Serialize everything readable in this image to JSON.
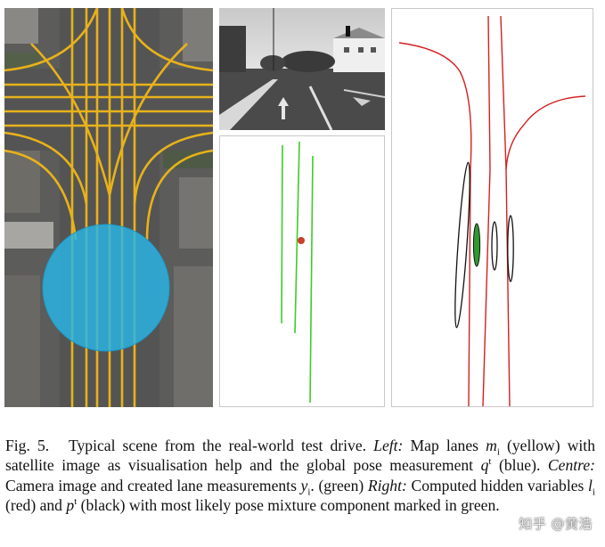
{
  "figure": {
    "label": "Fig. 5.",
    "caption": {
      "s1": "Typical scene from the real-world test drive.",
      "left_head": "Left:",
      "s2": "Map lanes",
      "m_var": "m",
      "m_sub": "i",
      "s3": "(yellow) with satellite image as visualisation help and the global pose measurement",
      "q_var": "q",
      "q_sup": "t",
      "s4": "(blue).",
      "centre_head": "Centre:",
      "s5": "Camera image and created lane measurements",
      "y_var": "y",
      "y_sub": "i",
      "s6": ". (green)",
      "right_head": "Right:",
      "s7": "Computed hidden variables",
      "l_var": "l",
      "l_sub": "i",
      "s8": "(red) and",
      "p_var": "p",
      "p_sup": "t",
      "s9": "(black) with most likely pose mixture component marked in green."
    }
  },
  "watermark": "知乎 @黄浩",
  "colors": {
    "map_lane": "#e8b21a",
    "pose_measurement": "#28b6e6",
    "lane_measurement": "#3ccc2a",
    "hidden_lane": "#d42020",
    "pose_ellipse": "#111111",
    "best_component": "#2f9a2f",
    "point": "#c9402a"
  }
}
